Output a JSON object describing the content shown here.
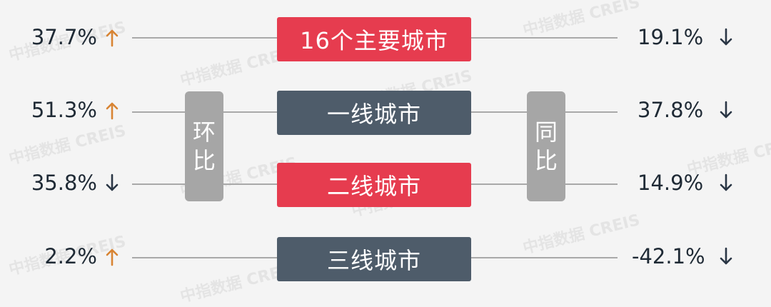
{
  "watermark": "中指数据 CREIS",
  "tags": {
    "left": [
      "环",
      "比"
    ],
    "right": [
      "同",
      "比"
    ]
  },
  "colors": {
    "up": "#d88433",
    "down": "#2a3645",
    "red_pill": "#e63c4f",
    "slate_pill": "#4e5c6a"
  },
  "rows": [
    {
      "label": "16个主要城市",
      "pill": "red",
      "mom": {
        "value": "37.7%",
        "dir": "up"
      },
      "yoy": {
        "value": "19.1%",
        "dir": "down"
      }
    },
    {
      "label": "一线城市",
      "pill": "slate",
      "mom": {
        "value": "51.3%",
        "dir": "up"
      },
      "yoy": {
        "value": "37.8%",
        "dir": "down"
      }
    },
    {
      "label": "二线城市",
      "pill": "red",
      "mom": {
        "value": "35.8%",
        "dir": "down"
      },
      "yoy": {
        "value": "14.9%",
        "dir": "down"
      }
    },
    {
      "label": "三线城市",
      "pill": "slate",
      "mom": {
        "value": "2.2%",
        "dir": "up"
      },
      "yoy": {
        "value": "-42.1%",
        "dir": "down"
      }
    }
  ]
}
